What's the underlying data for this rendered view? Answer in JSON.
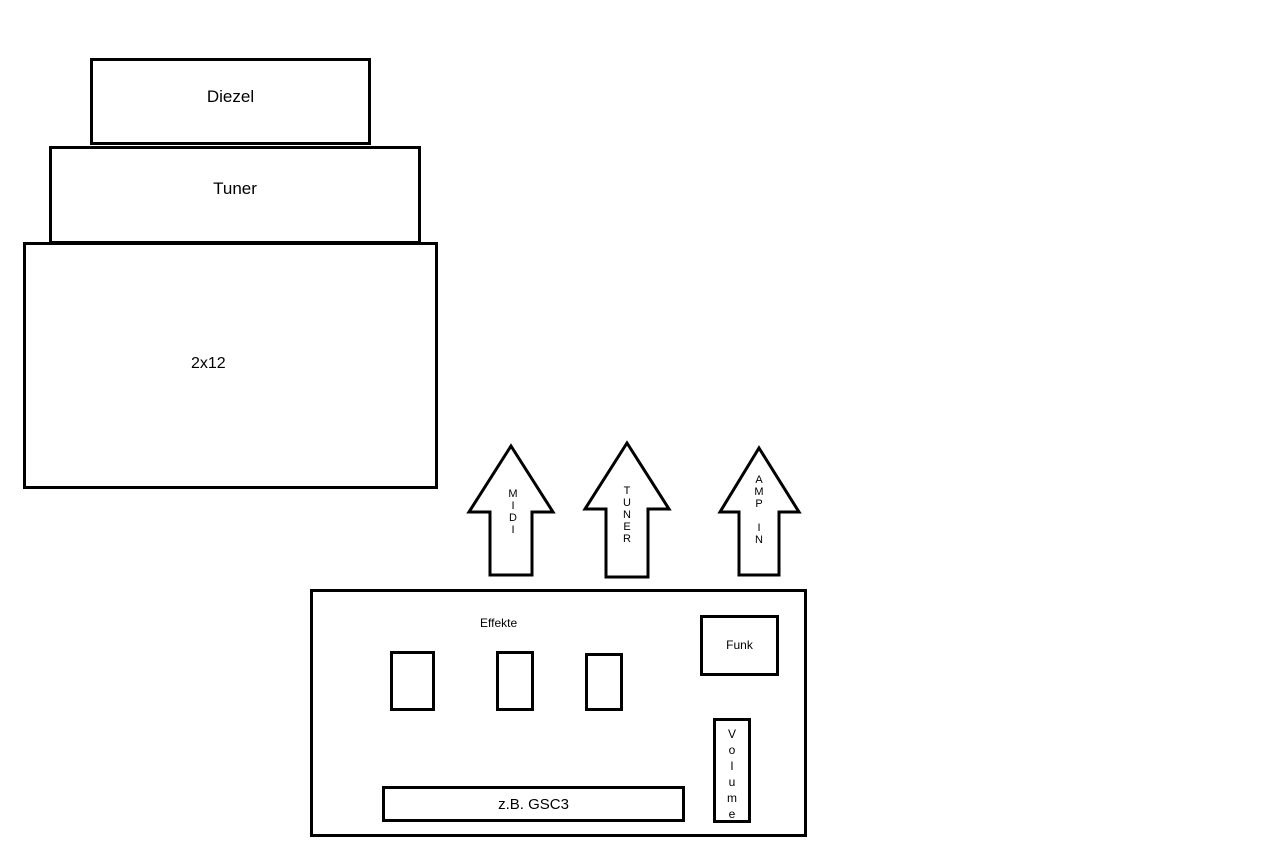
{
  "amp_stack": {
    "diezel_label": "Diezel",
    "tuner_label": "Tuner",
    "cabinet_label": "2x12"
  },
  "arrows": [
    {
      "label": "MIDI",
      "letters": [
        "M",
        "I",
        "D",
        "I"
      ]
    },
    {
      "label": "TUNER",
      "letters": [
        "T",
        "U",
        "N",
        "E",
        "R"
      ]
    },
    {
      "label": "AMP IN",
      "letters": [
        "A",
        "M",
        "P",
        " ",
        "I",
        "N"
      ]
    }
  ],
  "pedalboard": {
    "effects_label": "Effekte",
    "funk_label": "Funk",
    "volume_label": "Volume",
    "volume_letters": [
      "V",
      "o",
      "l",
      "u",
      "m",
      "e"
    ],
    "controller_label": "z.B. GSC3"
  }
}
